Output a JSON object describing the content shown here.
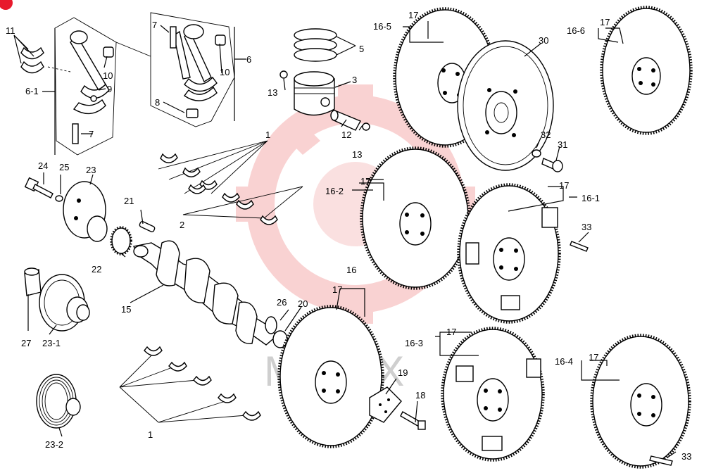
{
  "watermark": {
    "text": "MITEX",
    "logo": "gear-watermark-icon"
  },
  "corner_badge": {
    "color": "#e8192c"
  },
  "labels": [
    {
      "id": "11",
      "text": "11"
    },
    {
      "id": "6-1",
      "text": "6-1"
    },
    {
      "id": "10a",
      "text": "10"
    },
    {
      "id": "9",
      "text": "9"
    },
    {
      "id": "7a",
      "text": "7"
    },
    {
      "id": "7b",
      "text": "7"
    },
    {
      "id": "8",
      "text": "8"
    },
    {
      "id": "10b",
      "text": "10"
    },
    {
      "id": "6",
      "text": "6"
    },
    {
      "id": "5",
      "text": "5"
    },
    {
      "id": "3",
      "text": "3"
    },
    {
      "id": "13a",
      "text": "13"
    },
    {
      "id": "12",
      "text": "12"
    },
    {
      "id": "13b",
      "text": "13"
    },
    {
      "id": "1a",
      "text": "1"
    },
    {
      "id": "2",
      "text": "2"
    },
    {
      "id": "24",
      "text": "24"
    },
    {
      "id": "25",
      "text": "25"
    },
    {
      "id": "23",
      "text": "23"
    },
    {
      "id": "21",
      "text": "21"
    },
    {
      "id": "22",
      "text": "22"
    },
    {
      "id": "15",
      "text": "15"
    },
    {
      "id": "27",
      "text": "27"
    },
    {
      "id": "23-1",
      "text": "23-1"
    },
    {
      "id": "26",
      "text": "26"
    },
    {
      "id": "20",
      "text": "20"
    },
    {
      "id": "23-2",
      "text": "23-2"
    },
    {
      "id": "1b",
      "text": "1"
    },
    {
      "id": "16-5",
      "text": "16-5"
    },
    {
      "id": "17a",
      "text": "17"
    },
    {
      "id": "30",
      "text": "30"
    },
    {
      "id": "16-6",
      "text": "16-6"
    },
    {
      "id": "17b",
      "text": "17"
    },
    {
      "id": "32",
      "text": "32"
    },
    {
      "id": "31",
      "text": "31"
    },
    {
      "id": "16-2",
      "text": "16-2"
    },
    {
      "id": "17c",
      "text": "17"
    },
    {
      "id": "17d",
      "text": "17"
    },
    {
      "id": "16-1",
      "text": "16-1"
    },
    {
      "id": "33a",
      "text": "33"
    },
    {
      "id": "16",
      "text": "16"
    },
    {
      "id": "17e",
      "text": "17"
    },
    {
      "id": "19",
      "text": "19"
    },
    {
      "id": "18",
      "text": "18"
    },
    {
      "id": "16-3",
      "text": "16-3"
    },
    {
      "id": "17f",
      "text": "17"
    },
    {
      "id": "16-4",
      "text": "16-4"
    },
    {
      "id": "17g",
      "text": "17"
    },
    {
      "id": "33b",
      "text": "33"
    }
  ]
}
